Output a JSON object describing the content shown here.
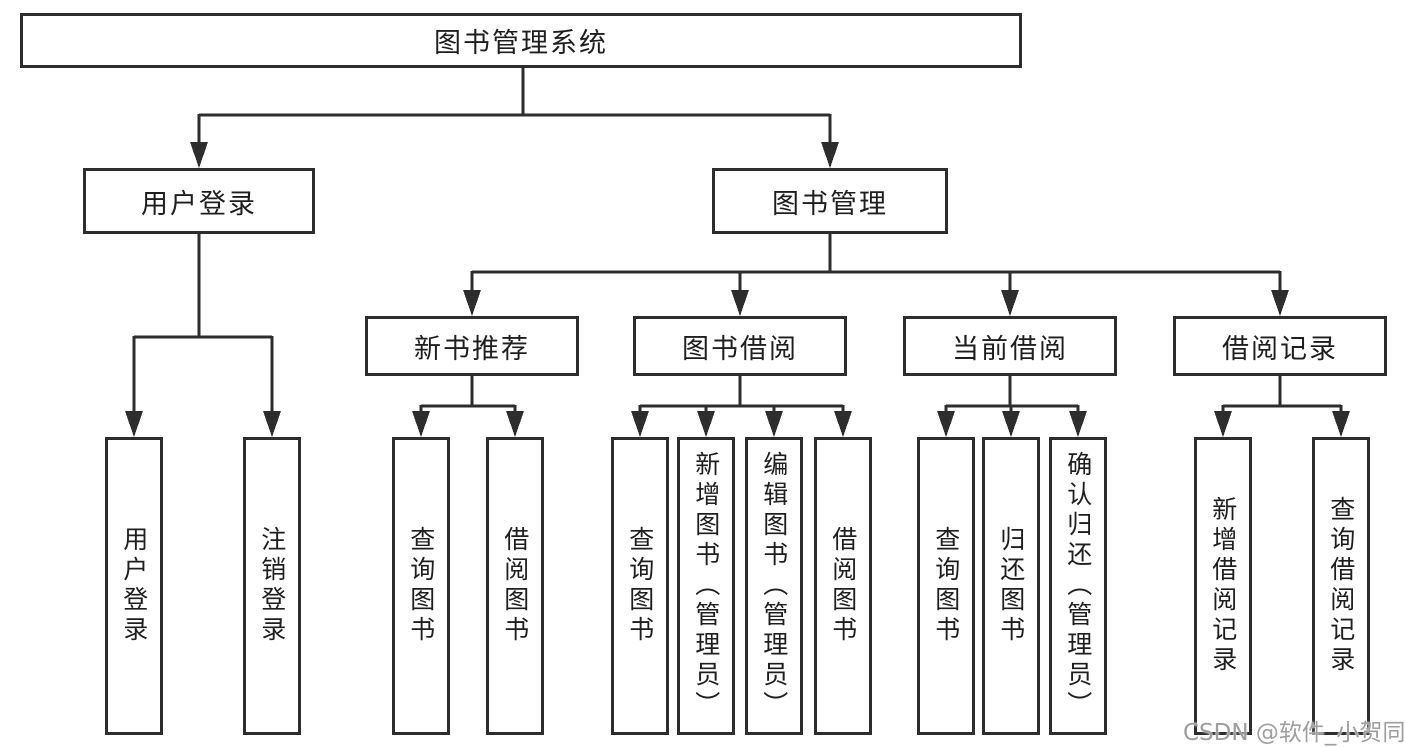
{
  "colors": {
    "bg": "#ffffff",
    "line": "#2d2d2d",
    "ink": "#1e1e1e",
    "wm": "#9e9e9e"
  },
  "nodes": {
    "root": "图书管理系统",
    "user_login": {
      "label": "用户登录",
      "children": [
        "用户登录",
        "注销登录"
      ]
    },
    "book_mgmt": {
      "label": "图书管理"
    },
    "new_books": {
      "label": "新书推荐",
      "children": [
        "查询图书",
        "借阅图书"
      ]
    },
    "book_borrow": {
      "label": "图书借阅",
      "children": [
        "查询图书",
        "新增图书（管理员）",
        "编辑图书（管理员）",
        "借阅图书"
      ]
    },
    "current_borrow": {
      "label": "当前借阅",
      "children": [
        "查询图书",
        "归还图书",
        "确认归还（管理员）"
      ]
    },
    "borrow_records": {
      "label": "借阅记录",
      "children": [
        "新增借阅记录",
        "查询借阅记录"
      ]
    }
  },
  "watermark": {
    "text": "CSDN @软件_小贺同学"
  }
}
